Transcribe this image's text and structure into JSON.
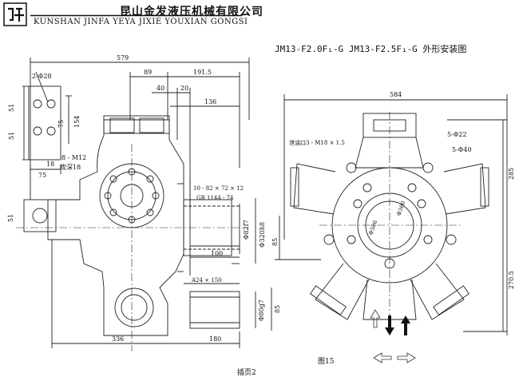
{
  "header": {
    "company_cn": "昆山金发液压机械有限公司",
    "company_en": "KUNSHAN JINFA YEYA JIXIE YOUXIAN GONGSI"
  },
  "title": "JM13-F2.0F₁-G  JM13-F2.5F₁-G 外形安装图",
  "figure_label": "图15",
  "page_label": "插页2",
  "left_view": {
    "dims": {
      "overall_width": "579",
      "d89": "89",
      "d191": "191.5",
      "d40": "40",
      "d20": "20",
      "d136": "136",
      "holes": "2-Φ28",
      "d51a": "51",
      "d51b": "51",
      "d75": "75",
      "d154": "154",
      "d18": "18",
      "thread": "8 - M12",
      "thread_depth": "攻深18",
      "d75b": "75",
      "d51c": "51",
      "spline_spec": "10 - 82 × 72 × 12",
      "spline_std": "GB 1144 - 74",
      "shaft_dia": "Φ82f7",
      "flange_dia": "Φ320h8",
      "d100": "100",
      "d85": "85",
      "key_spec": "A24 × 150",
      "shaft2_dia": "Φ80g7",
      "d85b": "85",
      "d336": "336",
      "d180": "180"
    }
  },
  "right_view": {
    "dims": {
      "width": "584",
      "holes22": "5-Φ22",
      "holes40": "5-Φ40",
      "drain": "泄油口3 - M18 × 1.5",
      "d586": "Φ586",
      "d360": "Φ360",
      "d285": "285",
      "d270": "270.5"
    }
  }
}
